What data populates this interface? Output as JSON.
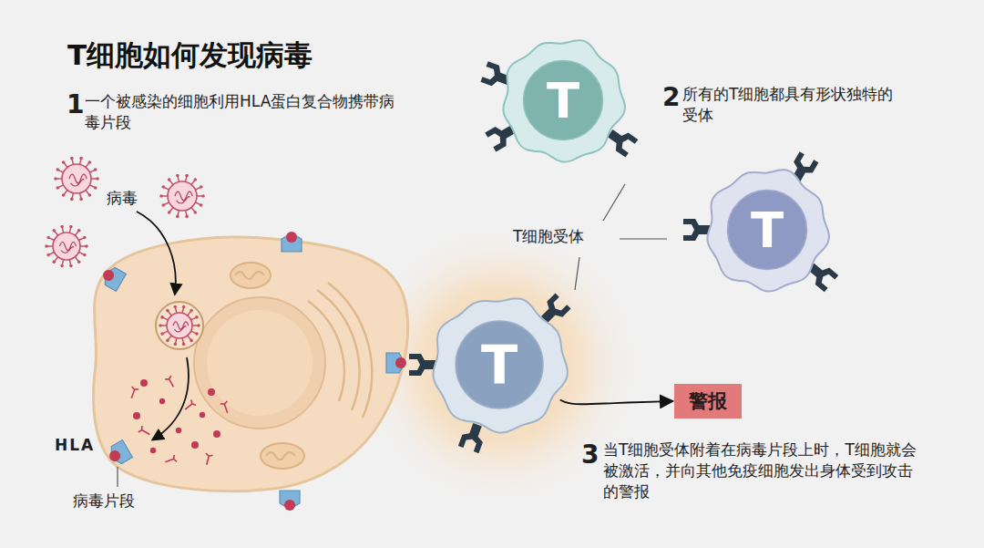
{
  "diagram": {
    "title": "T细胞如何发现病毒",
    "nodes": [
      {
        "text": [
          "T"
        ]
      },
      {
        "text": [
          "T"
        ]
      },
      {
        "text": [
          "T"
        ]
      },
      {
        "text": [
          "警报"
        ]
      }
    ],
    "edges": [
      {
        "from": 2,
        "to": 3,
        "arrow": "to"
      }
    ],
    "labels": [
      "1",
      "一个被感染的细胞利用HLA蛋白复合物携带病毒片段",
      "2",
      "所有的T细胞都具有形状独特的受体",
      "病毒",
      "T细胞受体",
      "3",
      "当T细胞受体附着在病毒片段上时，T细胞就会被激活，并向其他免疫细胞发出身体受到攻击的警报",
      "HLA",
      "病毒片段"
    ]
  }
}
